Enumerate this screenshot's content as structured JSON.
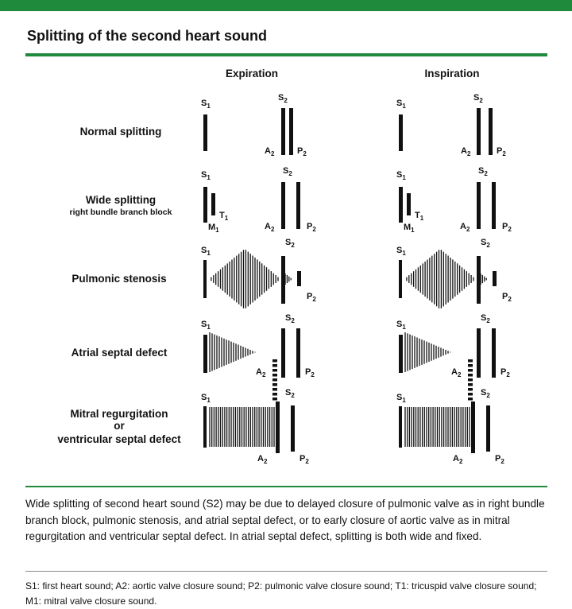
{
  "title": "Splitting of the second heart sound",
  "columns": {
    "expiration": "Expiration",
    "inspiration": "Inspiration"
  },
  "rows": [
    {
      "key": "normal",
      "label_line1": "Normal splitting",
      "label_line2": ""
    },
    {
      "key": "wide",
      "label_line1": "Wide splitting",
      "label_line2": "right bundle branch block"
    },
    {
      "key": "pulmonic",
      "label_line1": "Pulmonic stenosis",
      "label_line2": ""
    },
    {
      "key": "asd",
      "label_line1": "Atrial septal defect",
      "label_line2": ""
    },
    {
      "key": "mitral",
      "label_line1": "Mitral regurgitation",
      "label_line2": "or",
      "label_line3": "ventricular septal defect"
    }
  ],
  "sound_labels": {
    "s1": "S",
    "s1_sub": "1",
    "s2": "S",
    "s2_sub": "2",
    "a2": "A",
    "a2_sub": "2",
    "p2": "P",
    "p2_sub": "2",
    "t1": "T",
    "t1_sub": "1",
    "m1": "M",
    "m1_sub": "1"
  },
  "caption": "Wide splitting of second heart sound (S2) may be due to delayed closure of pulmonic valve as in right bundle branch block, pulmonic stenosis, and atrial septal defect, or to early closure of aortic valve as in mitral regurgitation and ventricular septal defect. In atrial septal defect, splitting is both wide and fixed.",
  "legend": "S1: first heart sound; A2: aortic valve closure sound; P2: pulmonic valve closure sound; T1: tricuspid valve closure sound; M1: mitral valve closure sound.",
  "colors": {
    "accent": "#1f8a3c",
    "ink": "#111111"
  }
}
